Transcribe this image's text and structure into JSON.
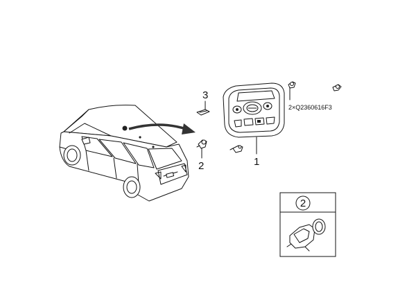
{
  "callouts": {
    "overhead_console": "1",
    "bulb": "2",
    "lens_cover": "3",
    "detail_view": "2"
  },
  "bulb_note": "2×Q2360616F3",
  "icons": [
    "vehicle-illustration",
    "overhead-console",
    "bulb",
    "screw",
    "clip",
    "arrow"
  ]
}
